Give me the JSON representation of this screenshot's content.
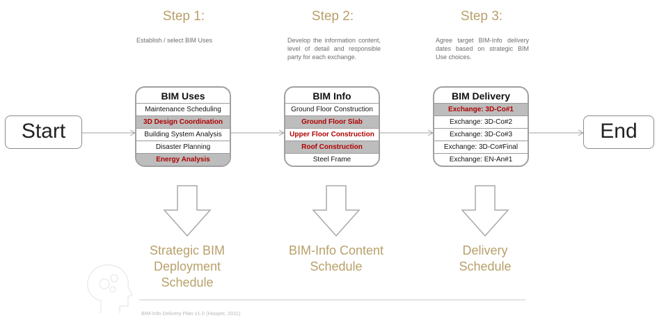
{
  "steps": [
    {
      "title": "Step 1:",
      "description": "Establish / select BIM Uses",
      "card": {
        "title": "BIM Uses",
        "rows": [
          "Maintenance Scheduling",
          "3D Design Coordination",
          "Building System Analysis",
          "Disaster Planning",
          "Energy Analysis"
        ]
      },
      "outcome": [
        "Strategic BIM",
        "Deployment",
        "Schedule"
      ]
    },
    {
      "title": "Step 2:",
      "description": "Develop the information content, level of detail and responsible party for each exchange.",
      "card": {
        "title": "BIM Info",
        "rows": [
          "Ground Floor Construction",
          "Ground Floor Slab",
          "Upper Floor Construction",
          "Roof Construction",
          "Steel Frame"
        ]
      },
      "outcome": [
        "BIM-Info Content",
        "Schedule"
      ]
    },
    {
      "title": "Step 3:",
      "description": "Agree target BIM-Info delivery dates based on strategic BIM Use choices.",
      "card": {
        "title": "BIM Delivery",
        "rows": [
          "Exchange: 3D-Co#1",
          "Exchange: 3D-Co#2",
          "Exchange: 3D-Co#3",
          "Exchange: 3D-Co#Final",
          "Exchange: EN-An#1"
        ]
      },
      "outcome": [
        "Delivery",
        "Schedule"
      ]
    }
  ],
  "start_label": "Start",
  "end_label": "End",
  "citation": "BIM-Info Delivery Plan v1.0 (Hooper, 2011)",
  "colors": {
    "accent_gold": "#b8a06a",
    "highlight_red": "#b00000",
    "highlight_gray": "#bdbdbd",
    "connector_gray": "#a0a0a0"
  },
  "icons": [
    "head-gears-watermark-icon"
  ]
}
